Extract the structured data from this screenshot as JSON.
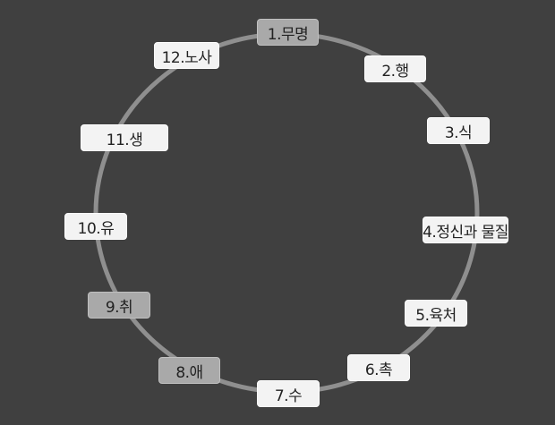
{
  "diagram": {
    "nodes": [
      {
        "label": "1.무명",
        "highlight": true
      },
      {
        "label": "2.행",
        "highlight": false
      },
      {
        "label": "3.식",
        "highlight": false
      },
      {
        "label": "4.정신과 물질",
        "highlight": false
      },
      {
        "label": "5.육처",
        "highlight": false
      },
      {
        "label": "6.촉",
        "highlight": false
      },
      {
        "label": "7.수",
        "highlight": false
      },
      {
        "label": "8.애",
        "highlight": true
      },
      {
        "label": "9.취",
        "highlight": true
      },
      {
        "label": "10.유",
        "highlight": false
      },
      {
        "label": "11.생",
        "highlight": false
      },
      {
        "label": "12.노사",
        "highlight": false
      }
    ],
    "colors": {
      "background": "#404040",
      "ring": "#8f8f8f",
      "node_light": "#f3f3f3",
      "node_dark": "#a9a9a9"
    }
  }
}
